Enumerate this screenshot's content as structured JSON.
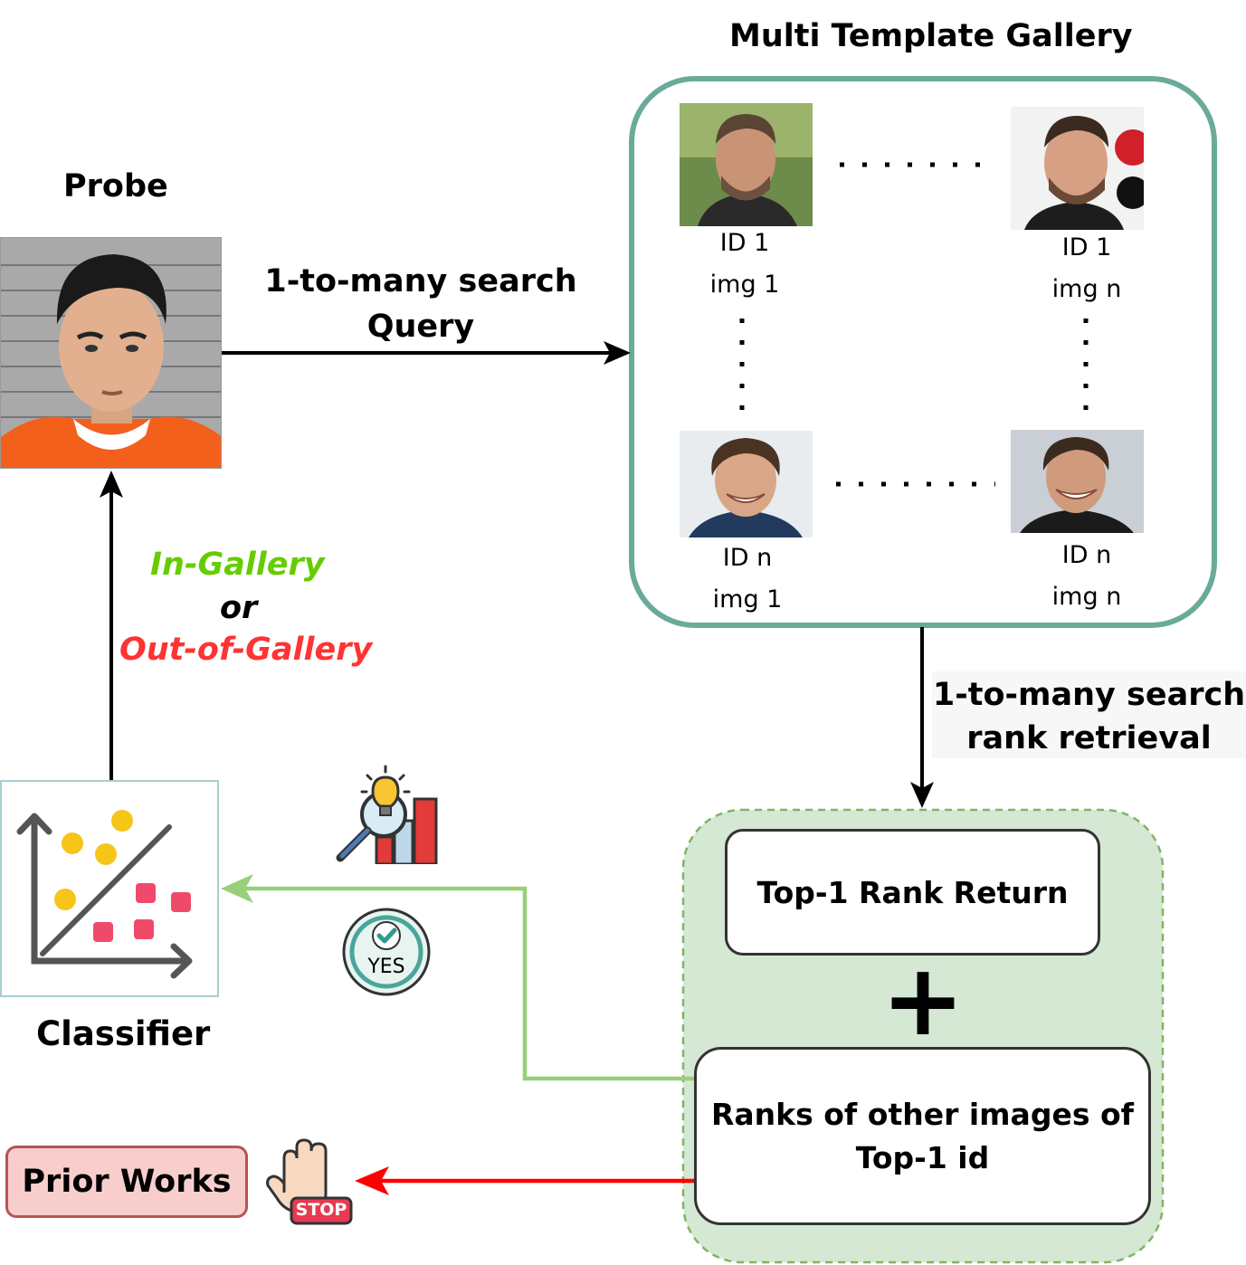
{
  "probe": {
    "title": "Probe"
  },
  "query_edge": {
    "line1": "1-to-many search",
    "line2": "Query"
  },
  "gallery": {
    "title": "Multi Template Gallery",
    "cells": [
      {
        "id": "ID 1",
        "img": "img 1"
      },
      {
        "id": "ID 1",
        "img": "img n"
      },
      {
        "id": "ID n",
        "img": "img 1"
      },
      {
        "id": "ID n",
        "img": "img n"
      }
    ]
  },
  "retrieval_edge": {
    "line1": "1-to-many search",
    "line2": "rank retrieval"
  },
  "results": {
    "top1": "Top-1 Rank Return",
    "plus": "+",
    "other_line1": "Ranks of other images of",
    "other_line2": "Top-1 id"
  },
  "classifier": {
    "title": "Classifier",
    "in_gallery": "In-Gallery",
    "or": "or",
    "out_gallery": "Out-of-Gallery"
  },
  "yes_badge": "YES",
  "stop_sign": "STOP",
  "prior_works": "Prior Works",
  "colors": {
    "gallery_border": "#6aaa9a",
    "results_fill": "#d5e8d4",
    "results_border": "#82b366",
    "green_arrow": "#97d077",
    "red_arrow": "#ff0000",
    "in_gallery": "#66cc00",
    "out_gallery": "#ff3333",
    "prior_fill": "#f8cecc",
    "prior_border": "#b85450"
  }
}
